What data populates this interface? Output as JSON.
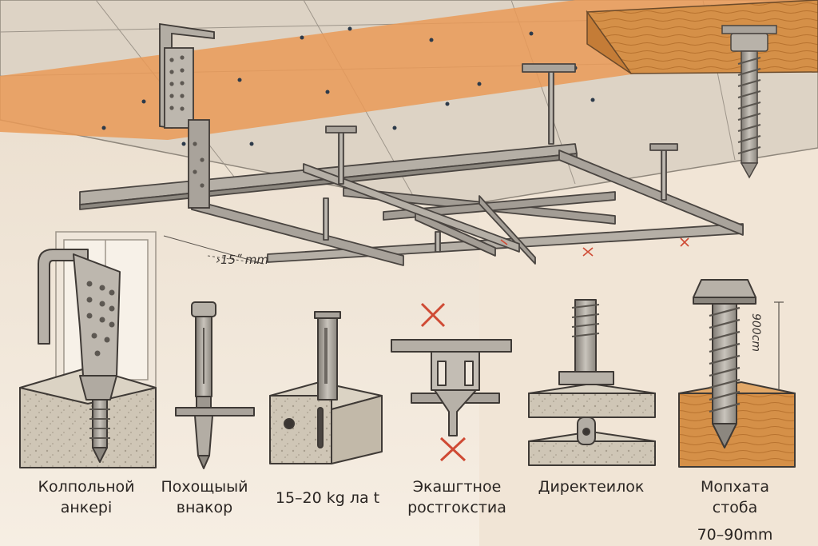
{
  "dimensions": {
    "top": "›15ʺ mm",
    "vertical": "900cm"
  },
  "fasteners": [
    {
      "icon": "clip-anchor-icon",
      "line1": "Колпольной",
      "line2": "анкері"
    },
    {
      "icon": "expansion-anchor-icon",
      "line1": "Похощыый",
      "line2": "внакор"
    },
    {
      "icon": "drive-anchor-block-icon",
      "line1": "15–20 kg ла t",
      "line2": ""
    },
    {
      "icon": "t-hanger-icon",
      "line1": "Экашгтное",
      "line2": "ростгокстиа"
    },
    {
      "icon": "direct-anchor-icon",
      "line1": "Директеилок",
      "line2": ""
    },
    {
      "icon": "lag-screw-icon",
      "line1": "Мопхата",
      "line2": "стоба",
      "line3": "70–90mm"
    }
  ],
  "colors": {
    "ceiling": "#ddd3c5",
    "beam": "#ea9a57",
    "wall": "#f4eadd",
    "metal": "#a9a39b",
    "wood": "#d08c46",
    "concrete": "#cfc6b6",
    "mark": "#cf4a34"
  }
}
